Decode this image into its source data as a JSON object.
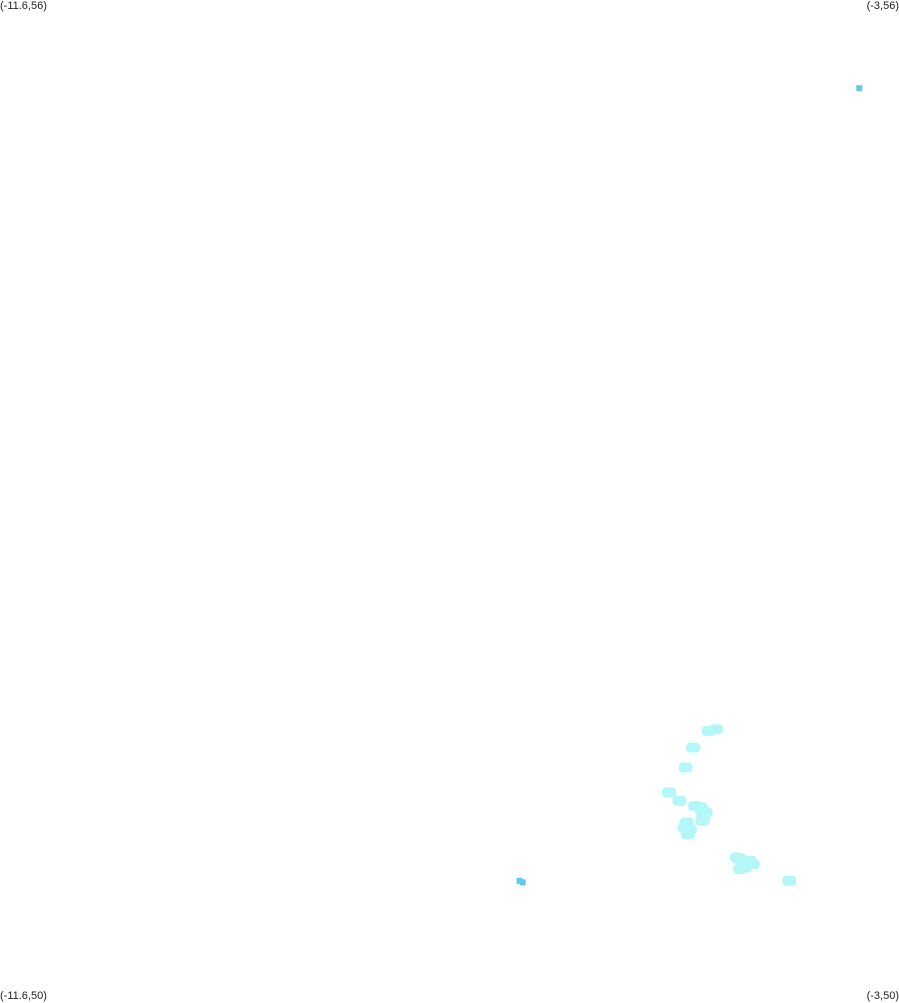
{
  "map": {
    "corners": {
      "top_left": "(-11.6,56)",
      "top_right": "(-3,56)",
      "bottom_left": "(-11.6,50)",
      "bottom_right": "(-3,50)"
    },
    "bounds": {
      "lon_min": -11.6,
      "lon_max": -3,
      "lat_min": 50,
      "lat_max": 56
    },
    "colors": {
      "background": "#ffffff",
      "cluster": "#b3f7f9",
      "point": "#5ccbee"
    },
    "clusters": [
      {
        "lon": -4.75,
        "lat": 51.62
      },
      {
        "lon": -4.82,
        "lat": 51.61
      },
      {
        "lon": -4.97,
        "lat": 51.51
      },
      {
        "lon": -5.04,
        "lat": 51.39
      },
      {
        "lon": -5.2,
        "lat": 51.24
      },
      {
        "lon": -5.1,
        "lat": 51.19
      },
      {
        "lon": -4.95,
        "lat": 51.16
      },
      {
        "lon": -4.9,
        "lat": 51.15
      },
      {
        "lon": -4.88,
        "lat": 51.13
      },
      {
        "lon": -4.85,
        "lat": 51.12
      },
      {
        "lon": -4.87,
        "lat": 51.1
      },
      {
        "lon": -4.88,
        "lat": 51.07
      },
      {
        "lon": -5.03,
        "lat": 51.06
      },
      {
        "lon": -5.05,
        "lat": 51.03
      },
      {
        "lon": -5.0,
        "lat": 51.02
      },
      {
        "lon": -5.02,
        "lat": 50.99
      },
      {
        "lon": -4.55,
        "lat": 50.85
      },
      {
        "lon": -4.52,
        "lat": 50.84
      },
      {
        "lon": -4.49,
        "lat": 50.83
      },
      {
        "lon": -4.46,
        "lat": 50.82
      },
      {
        "lon": -4.43,
        "lat": 50.83
      },
      {
        "lon": -4.4,
        "lat": 50.81
      },
      {
        "lon": -4.47,
        "lat": 50.79
      },
      {
        "lon": -4.52,
        "lat": 50.78
      },
      {
        "lon": -4.05,
        "lat": 50.71
      }
    ],
    "points": [
      {
        "lon": -3.38,
        "lat": 55.47
      },
      {
        "lon": -6.63,
        "lat": 50.71
      },
      {
        "lon": -6.6,
        "lat": 50.7
      }
    ]
  }
}
